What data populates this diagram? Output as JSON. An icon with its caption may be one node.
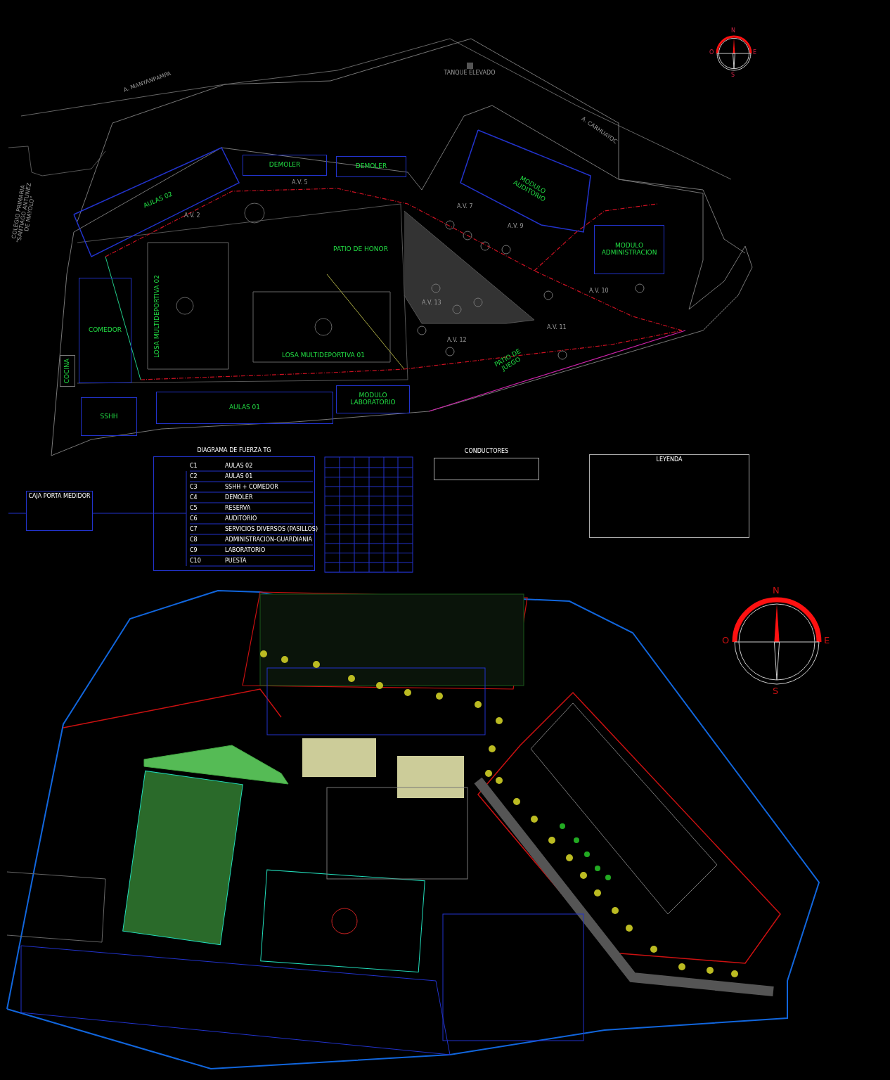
{
  "diagram": {
    "nodes": [
      {
        "text": [
          "AULAS 02"
        ]
      },
      {
        "text": [
          "DEMOLER"
        ]
      },
      {
        "text": [
          "DEMOLER"
        ]
      },
      {
        "text": [
          "PATIO DE HONOR"
        ]
      },
      {
        "text": [
          "LOSA MULTIDEPORTIVA 02"
        ]
      },
      {
        "text": [
          "LOSA MULTIDEPORTIVA 01"
        ]
      },
      {
        "text": [
          "COMEDOR"
        ]
      },
      {
        "text": [
          "COCINA"
        ]
      },
      {
        "text": [
          "SSHH"
        ]
      },
      {
        "text": [
          "AULAS 01"
        ]
      },
      {
        "text": [
          "MODULO LABORATORIO"
        ]
      },
      {
        "text": [
          "MODULO AUDITORIO"
        ]
      },
      {
        "text": [
          "MODULO ADMINISTRACION"
        ]
      },
      {
        "text": [
          "PATIO DE JUEGO"
        ]
      },
      {
        "text": [
          "TANQUE ELEVADO"
        ]
      },
      {
        "text": [
          "CAJA PORTA MEDIDOR"
        ]
      },
      {
        "text": [
          "DIAGRAMA DE FUERZA TG"
        ]
      },
      {
        "text": [
          "CONDUCTORES"
        ]
      },
      {
        "text": [
          "LEYENDA"
        ]
      }
    ],
    "edges": [
      {
        "from": 15,
        "to": 16,
        "arrow": "none"
      }
    ],
    "labels": [
      "A. MANYANPAMPA",
      "N",
      "O",
      "E",
      "S",
      "A. CARHUAYOC",
      "COLEGIO PRIMARIA \"SANTIAGO ANTUNEZ DE MAYOLO\"",
      "A.V. 5",
      "A.V. 2",
      "A.V. 7",
      "A.V. 9",
      "A.V. 13",
      "A.V. 10",
      "A.V. 12",
      "A.V. 11",
      "C1",
      "C2",
      "C3",
      "C4",
      "C5",
      "C6",
      "C7",
      "C8",
      "C9",
      "C10",
      "AULAS 02",
      "AULAS 01",
      "SSHH + COMEDOR",
      "DEMOLER",
      "RESERVA",
      "AUDITORIO",
      "SERVICIOS DIVERSOS (PASILLOS)",
      "ADMINISTRACION-GUARDIANIA",
      "LABORATORIO",
      "PUESTA",
      "N",
      "O",
      "E",
      "S"
    ]
  }
}
